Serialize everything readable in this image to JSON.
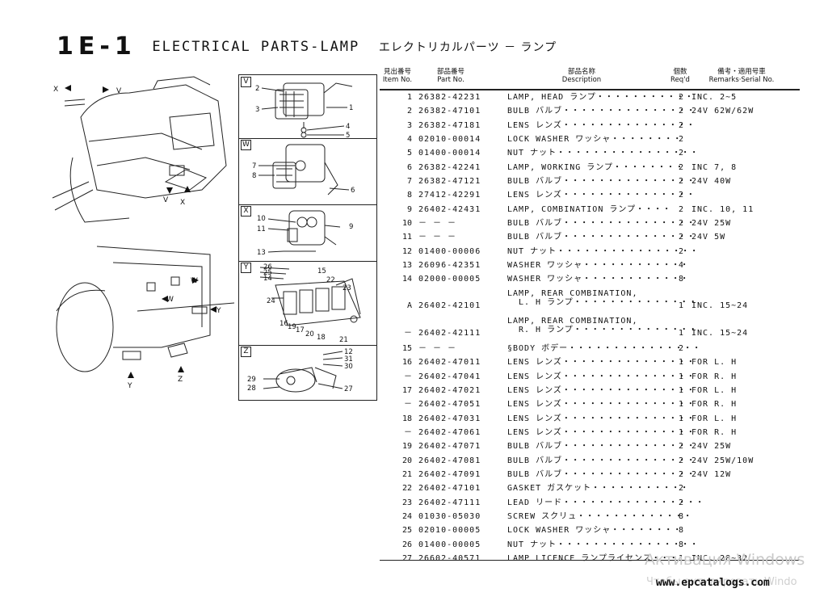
{
  "header": {
    "code": "1E-1",
    "name": "ELECTRICAL PARTS-LAMP",
    "jp": "エレクトリカルパーツ － ランプ"
  },
  "columns": {
    "item_jp": "見出番号",
    "item_en": "Item No.",
    "part_jp": "部品番号",
    "part_en": "Part No.",
    "desc_jp": "部品名称",
    "desc_en": "Description",
    "qty_jp": "個数",
    "qty_en": "Req'd",
    "rem_jp": "備考・適用号車",
    "rem_en": "Remarks·Serial No."
  },
  "rows": [
    {
      "no": "1",
      "part": "26382-42231",
      "desc": "LAMP, HEAD ランプ・・・・・・・・・・・",
      "qty": "2",
      "rem": "INC. 2~5"
    },
    {
      "no": "2",
      "part": "26382-47101",
      "desc": "BULB バルブ・・・・・・・・・・・・・・・",
      "qty": "2",
      "rem": "24V 62W/62W"
    },
    {
      "no": "3",
      "part": "26382-47181",
      "desc": "LENS レンズ・・・・・・・・・・・・・・・",
      "qty": "2",
      "rem": ""
    },
    {
      "no": "4",
      "part": "02010-00014",
      "desc": "LOCK WASHER ワッシャ・・・・・・・・",
      "qty": "2",
      "rem": ""
    },
    {
      "no": "5",
      "part": "01400-00014",
      "desc": "NUT ナット・・・・・・・・・・・・・・・・",
      "qty": "2",
      "rem": ""
    },
    {
      "no": "6",
      "part": "26382-42241",
      "desc": "LAMP, WORKING ランプ・・・・・・・・",
      "qty": "2",
      "rem": "INC 7, 8"
    },
    {
      "no": "7",
      "part": "26382-47121",
      "desc": "BULB バルブ・・・・・・・・・・・・・・・",
      "qty": "2",
      "rem": "24V 40W"
    },
    {
      "no": "8",
      "part": "27412-42291",
      "desc": "LENS レンズ・・・・・・・・・・・・・・・",
      "qty": "2",
      "rem": ""
    },
    {
      "no": "9",
      "part": "26402-42431",
      "desc": "LAMP, COMBINATION ランプ・・・・",
      "qty": "2",
      "rem": "INC. 10, 11"
    },
    {
      "no": "10",
      "part": "－ － －",
      "desc": "BULB バルブ・・・・・・・・・・・・・・・",
      "qty": "2",
      "rem": "24V 25W"
    },
    {
      "no": "11",
      "part": "－ － －",
      "desc": "BULB バルブ・・・・・・・・・・・・・・・",
      "qty": "2",
      "rem": "24V 5W"
    },
    {
      "no": "12",
      "part": "01400-00006",
      "desc": "NUT ナット・・・・・・・・・・・・・・・・",
      "qty": "2",
      "rem": ""
    },
    {
      "no": "13",
      "part": "26096-42351",
      "desc": "WASHER ワッシャ・・・・・・・・・・・・",
      "qty": "4",
      "rem": ""
    },
    {
      "no": "14",
      "part": "02000-00005",
      "desc": "WASHER ワッシャ・・・・・・・・・・・・",
      "qty": "8",
      "rem": ""
    },
    {
      "no": "A",
      "part": "26402-42101",
      "desc": "LAMP, REAR COMBINATION,",
      "desc2": "L. H ランプ・・・・・・・・・・・・・・",
      "qty": "1",
      "rem": "INC. 15~24",
      "double": true
    },
    {
      "no": "－",
      "part": "26402-42111",
      "desc": "LAMP, REAR COMBINATION,",
      "desc2": "R. H ランプ・・・・・・・・・・・・・・",
      "qty": "1",
      "rem": "INC. 15~24",
      "double": true
    },
    {
      "no": "15",
      "part": "－ － －",
      "desc": "§BODY ボデー・・・・・・・・・・・・・・・",
      "qty": "2",
      "rem": ""
    },
    {
      "no": "16",
      "part": "26402-47011",
      "desc": "LENS レンズ・・・・・・・・・・・・・・・",
      "qty": "1",
      "rem": "FOR L. H"
    },
    {
      "no": "－",
      "part": "26402-47041",
      "desc": "LENS レンズ・・・・・・・・・・・・・・・",
      "qty": "1",
      "rem": "FOR R. H"
    },
    {
      "no": "17",
      "part": "26402-47021",
      "desc": "LENS レンズ・・・・・・・・・・・・・・・",
      "qty": "1",
      "rem": "FOR L. H"
    },
    {
      "no": "－",
      "part": "26402-47051",
      "desc": "LENS レンズ・・・・・・・・・・・・・・・",
      "qty": "1",
      "rem": "FOR R. H"
    },
    {
      "no": "18",
      "part": "26402-47031",
      "desc": "LENS レンズ・・・・・・・・・・・・・・・",
      "qty": "1",
      "rem": "FOR L. H"
    },
    {
      "no": "－",
      "part": "26402-47061",
      "desc": "LENS レンズ・・・・・・・・・・・・・・・",
      "qty": "1",
      "rem": "FOR R. H"
    },
    {
      "no": "19",
      "part": "26402-47071",
      "desc": "BULB バルブ・・・・・・・・・・・・・・・",
      "qty": "2",
      "rem": "24V 25W"
    },
    {
      "no": "20",
      "part": "26402-47081",
      "desc": "BULB バルブ・・・・・・・・・・・・・・・",
      "qty": "2",
      "rem": "24V 25W/10W"
    },
    {
      "no": "21",
      "part": "26402-47091",
      "desc": "BULB バルブ・・・・・・・・・・・・・・・",
      "qty": "2",
      "rem": "24V 12W"
    },
    {
      "no": "22",
      "part": "26402-47101",
      "desc": "GASKET ガスケット・・・・・・・・・・・",
      "qty": "2",
      "rem": ""
    },
    {
      "no": "23",
      "part": "26402-47111",
      "desc": "LEAD リード・・・・・・・・・・・・・・・・",
      "qty": "2",
      "rem": ""
    },
    {
      "no": "24",
      "part": "01030-05030",
      "desc": "SCREW スクリュ・・・・・・・・・・・・・",
      "qty": "8",
      "rem": ""
    },
    {
      "no": "25",
      "part": "02010-00005",
      "desc": "LOCK WASHER ワッシャ・・・・・・・・",
      "qty": "8",
      "rem": ""
    },
    {
      "no": "26",
      "part": "01400-00005",
      "desc": "NUT ナット・・・・・・・・・・・・・・・・",
      "qty": "8",
      "rem": ""
    },
    {
      "no": "27",
      "part": "26602-40571",
      "desc": "LAMP LICENCE ランプライセンス・・・",
      "qty": "1",
      "rem": "INC. 28~32"
    }
  ],
  "panels": [
    {
      "tag": "V",
      "labels": [
        "2",
        "3",
        "1",
        "4",
        "5"
      ]
    },
    {
      "tag": "W",
      "labels": [
        "7",
        "8",
        "6"
      ]
    },
    {
      "tag": "X",
      "labels": [
        "10",
        "11",
        "9",
        "13"
      ]
    },
    {
      "tag": "Y",
      "labels": [
        "26",
        "25",
        "14",
        "15",
        "22",
        "23",
        "24",
        "16",
        "19",
        "17",
        "20",
        "18",
        "21"
      ]
    },
    {
      "tag": "Z",
      "labels": [
        "12",
        "31",
        "30",
        "29",
        "28",
        "27"
      ]
    }
  ],
  "illustration_labels": {
    "x": "X",
    "v": "V",
    "w": "W",
    "y": "Y",
    "z": "Z"
  },
  "watermark": {
    "line1": "Активация Windows",
    "line2": "Чтобы активировать Windo"
  },
  "site": "www.epcatalogs.com"
}
